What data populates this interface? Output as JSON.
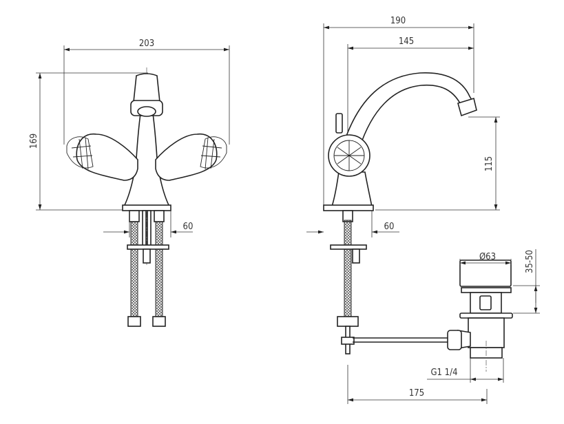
{
  "dimensions": {
    "front_width": "203",
    "front_height": "169",
    "front_center_spacing": "60",
    "side_depth": "190",
    "side_spout_reach": "145",
    "side_spout_height": "115",
    "side_center_spacing": "60",
    "waste_diameter": "Ø63",
    "waste_lift": "35-50",
    "waste_thread": "G1 1/4",
    "waste_rod_length": "175"
  }
}
